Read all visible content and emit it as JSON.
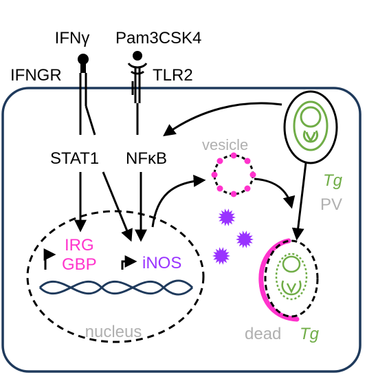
{
  "labels": {
    "ifng": "IFNγ",
    "ifngr": "IFNGR",
    "pam3csk4": "Pam3CSK4",
    "tlr2": "TLR2",
    "stat1": "STAT1",
    "nfkb": "NFκB",
    "vesicle": "vesicle",
    "tg": "Tg",
    "pv": "PV",
    "irg": "IRG",
    "gbp": "GBP",
    "inos": "iNOS",
    "nucleus": "nucleus",
    "dead": "dead",
    "dead_tg": "Tg"
  },
  "colors": {
    "black": "#000000",
    "cell_fill": "#ffffff",
    "cell_border": "#1f3a5c",
    "gray_text": "#b0b0b0",
    "magenta": "#ff33cc",
    "purple": "#9933ff",
    "green": "#70ad47",
    "dna": "#1f3a5c"
  },
  "icons": [
    "arrow-icon",
    "promoter-arrow-icon",
    "dna-helix-icon",
    "parasite-icon",
    "nitric-oxide-burst-icon"
  ]
}
